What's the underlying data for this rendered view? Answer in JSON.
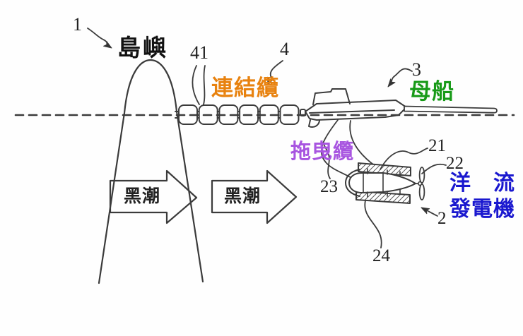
{
  "figure": {
    "labels": {
      "island": "島嶼",
      "connecting_cable": "連結纜",
      "mother_ship": "母船",
      "towing_cable": "拖曳纜",
      "generator_word1": "洋",
      "generator_word2": "流",
      "generator_line2": "發電機",
      "kuroshio_left": "黑潮",
      "kuroshio_right": "黑潮"
    },
    "refs": {
      "island": "1",
      "float_units": "41",
      "connecting_cable": "4",
      "mother_ship": "3",
      "upper_tow_line": "21",
      "propeller": "22",
      "towing_cable": "23",
      "lower_cable": "24",
      "generator": "2"
    },
    "colors": {
      "line_art": "#3b3b3b",
      "island_label": "#111111",
      "connecting_cable_label": "#e8820f",
      "mother_ship_label": "#179a17",
      "towing_cable_label": "#a855e0",
      "generator_label": "#1a18cf",
      "kuroshio_label": "#222222",
      "background": "#fefefe"
    }
  }
}
